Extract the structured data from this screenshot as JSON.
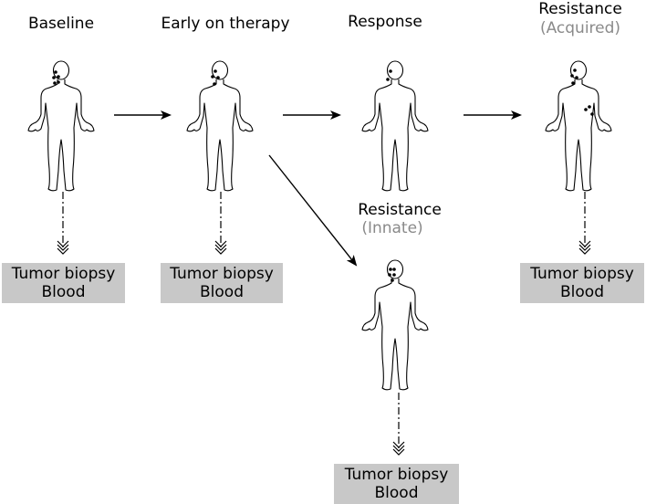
{
  "stages": {
    "baseline": {
      "title": "Baseline"
    },
    "early": {
      "title": "Early on therapy"
    },
    "response": {
      "title": "Response"
    },
    "acquired": {
      "title": "Resistance",
      "subtitle": "(Acquired)"
    },
    "innate": {
      "title": "Resistance",
      "subtitle": "(Innate)"
    }
  },
  "sample": {
    "line1": "Tumor biopsy",
    "line2": "Blood"
  },
  "colors": {
    "box": "#c8c8c8",
    "subtitle": "#8a8a8a",
    "ink": "#000000"
  }
}
